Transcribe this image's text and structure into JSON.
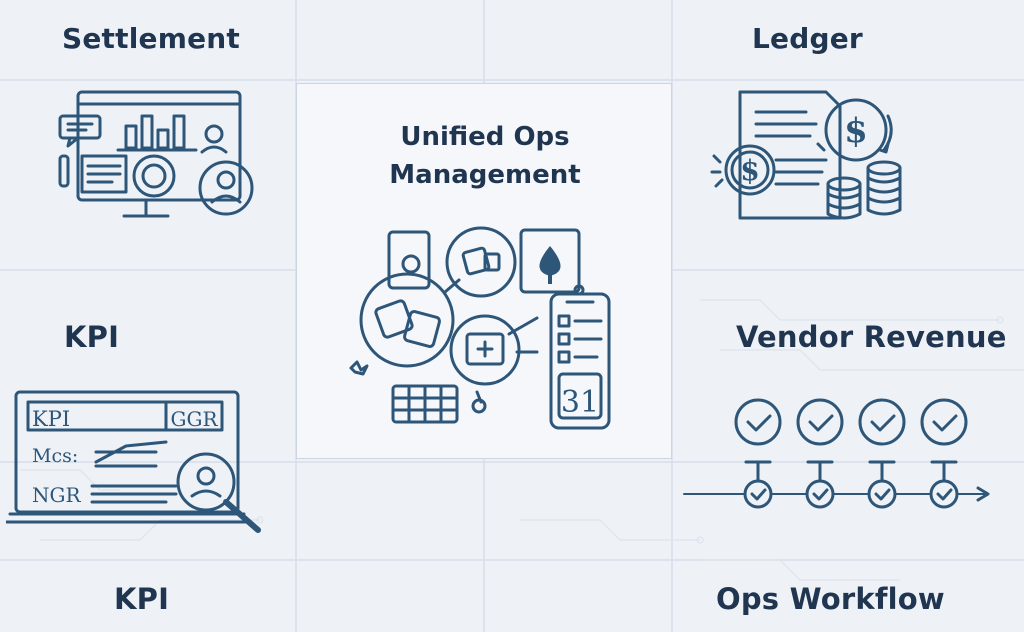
{
  "labels": {
    "settlement": "Settlement",
    "ledger": "Ledger",
    "kpi_left": "KPI",
    "vendor_revenue": "Vendor Revenue",
    "kpi_bottom": "KPI",
    "ops_workflow": "Ops Workflow"
  },
  "center": {
    "title_line1": "Unified Ops",
    "title_line2": "Management",
    "calendar_day": "31"
  },
  "kpi_panel": {
    "row1_left": "KPI",
    "row1_right": "GGR",
    "row2_left": "Mcs:",
    "row3_left": "NGR"
  },
  "colors": {
    "background": "#eef2f7",
    "ink": "#1f3550",
    "icon_stroke": "#2d5679"
  }
}
